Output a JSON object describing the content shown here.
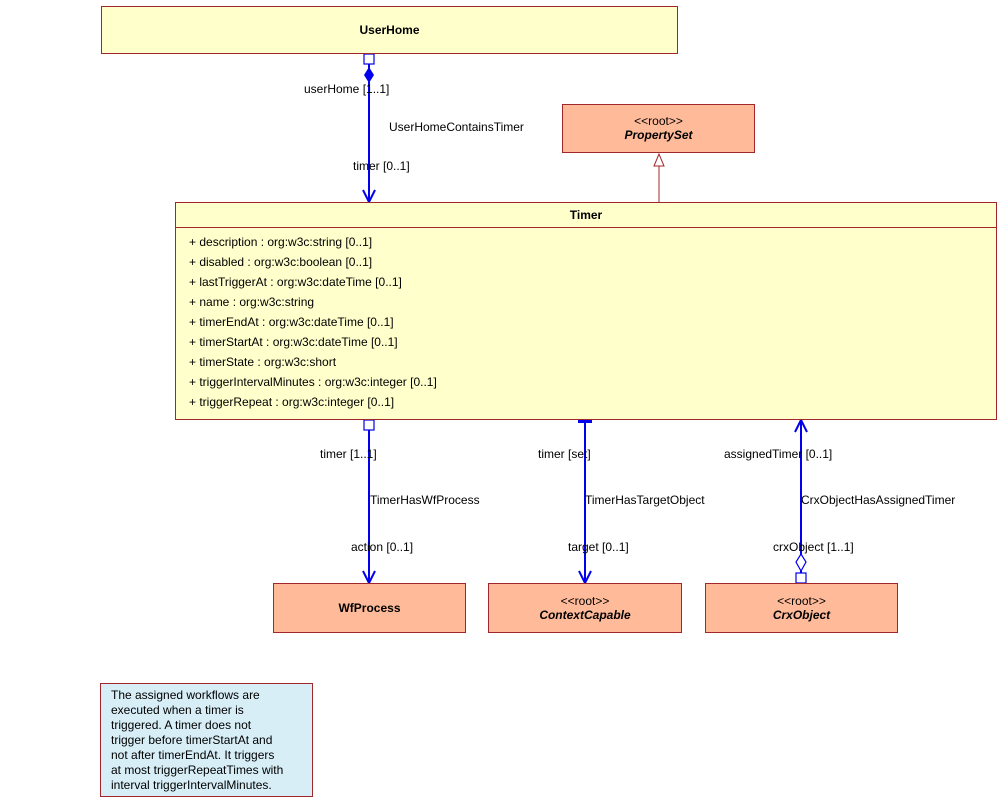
{
  "classes": {
    "userhome": {
      "name": "UserHome"
    },
    "propertyset": {
      "stereotype": "<<root>>",
      "name": "PropertySet"
    },
    "timer": {
      "name": "Timer",
      "attributes": [
        "+ description : org:w3c:string [0..1]",
        "+ disabled : org:w3c:boolean [0..1]",
        "+ lastTriggerAt : org:w3c:dateTime [0..1]",
        "+ name : org:w3c:string",
        "+ timerEndAt : org:w3c:dateTime [0..1]",
        "+ timerStartAt : org:w3c:dateTime [0..1]",
        "+ timerState : org:w3c:short",
        "+ triggerIntervalMinutes : org:w3c:integer [0..1]",
        "+ triggerRepeat : org:w3c:integer [0..1]"
      ]
    },
    "wfprocess": {
      "name": "WfProcess"
    },
    "contextcapable": {
      "stereotype": "<<root>>",
      "name": "ContextCapable"
    },
    "crxobject": {
      "stereotype": "<<root>>",
      "name": "CrxObject"
    }
  },
  "associations": {
    "userhome_timer": {
      "source_role": "userHome [1..1]",
      "name": "UserHomeContainsTimer",
      "target_role": "timer [0..1]"
    },
    "timer_wfprocess": {
      "source_role": "timer [1..1]",
      "name": "TimerHasWfProcess",
      "target_role": "action [0..1]"
    },
    "timer_target": {
      "source_role": "timer [set]",
      "name": "TimerHasTargetObject",
      "target_role": "target [0..1]"
    },
    "crx_timer": {
      "source_role": "assignedTimer [0..1]",
      "name": "CrxObjectHasAssignedTimer",
      "target_role": "crxObject [1..1]"
    }
  },
  "note": {
    "text": "The assigned workflows are\nexecuted when a timer is\ntriggered. A timer does not\ntrigger before timerStartAt and\nnot after timerEndAt. It triggers\nat most triggerRepeatTimes with\ninterval triggerIntervalMinutes."
  },
  "colors": {
    "class_fill": "#ffffcc",
    "root_fill": "#ffbb99",
    "note_fill": "#d7eef7",
    "border": "#a0282c",
    "edge": "#0000ee"
  }
}
